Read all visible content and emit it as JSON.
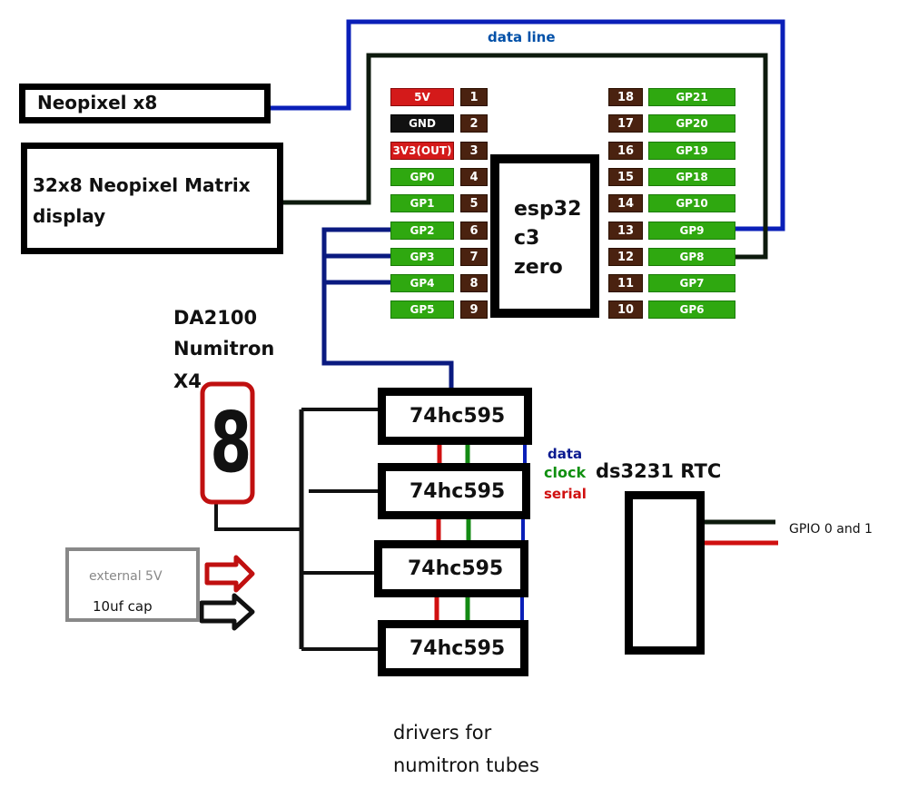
{
  "title": "ESP32-C3 Numitron Clock Wiring Diagram",
  "labels": {
    "data_line": "data line",
    "neopixel_x8": "Neopixel x8",
    "matrix_line1": "32x8 Neopixel Matrix",
    "matrix_line2": "display",
    "mcu_line1": "esp32",
    "mcu_line2": "c3",
    "mcu_line3": "zero",
    "numitron_line1": "DA2100",
    "numitron_line2": "Numitron",
    "numitron_line3": "X4",
    "numitron_digit": "8",
    "shift_register": "74hc595",
    "legend_data": "data",
    "legend_clock": "clock",
    "legend_serial": "serial",
    "rtc_title": "ds3231 RTC",
    "rtc_gpio": "GPIO 0 and 1",
    "power_line1": "external 5V",
    "power_line2": "10uf cap",
    "drivers_line1": "drivers for",
    "drivers_line2": "numitron tubes"
  },
  "left_header": [
    {
      "label": "5V",
      "num": "1",
      "color": "red"
    },
    {
      "label": "GND",
      "num": "2",
      "color": "black"
    },
    {
      "label": "3V3(OUT)",
      "num": "3",
      "color": "red"
    },
    {
      "label": "GP0",
      "num": "4",
      "color": "green"
    },
    {
      "label": "GP1",
      "num": "5",
      "color": "green"
    },
    {
      "label": "GP2",
      "num": "6",
      "color": "green"
    },
    {
      "label": "GP3",
      "num": "7",
      "color": "green"
    },
    {
      "label": "GP4",
      "num": "8",
      "color": "green"
    },
    {
      "label": "GP5",
      "num": "9",
      "color": "green"
    }
  ],
  "right_header": [
    {
      "label": "GP21",
      "num": "18",
      "color": "green"
    },
    {
      "label": "GP20",
      "num": "17",
      "color": "green"
    },
    {
      "label": "GP19",
      "num": "16",
      "color": "green"
    },
    {
      "label": "GP18",
      "num": "15",
      "color": "green"
    },
    {
      "label": "GP10",
      "num": "14",
      "color": "green"
    },
    {
      "label": "GP9",
      "num": "13",
      "color": "green"
    },
    {
      "label": "GP8",
      "num": "12",
      "color": "green"
    },
    {
      "label": "GP7",
      "num": "11",
      "color": "green"
    },
    {
      "label": "GP6",
      "num": "10",
      "color": "green"
    }
  ],
  "colors": {
    "data_wire": "#0a1fb8",
    "clock_wire": "#138a13",
    "serial_wire": "#d01010",
    "bus_wire": "#111111",
    "blue_bus": "#0a1a80",
    "numitron_frame": "#c01010",
    "power_arrow": "#c01010",
    "legend_data": "#0a1a90",
    "legend_clock": "#109010",
    "legend_serial": "#d01010",
    "data_line_text": "#0050a8"
  }
}
